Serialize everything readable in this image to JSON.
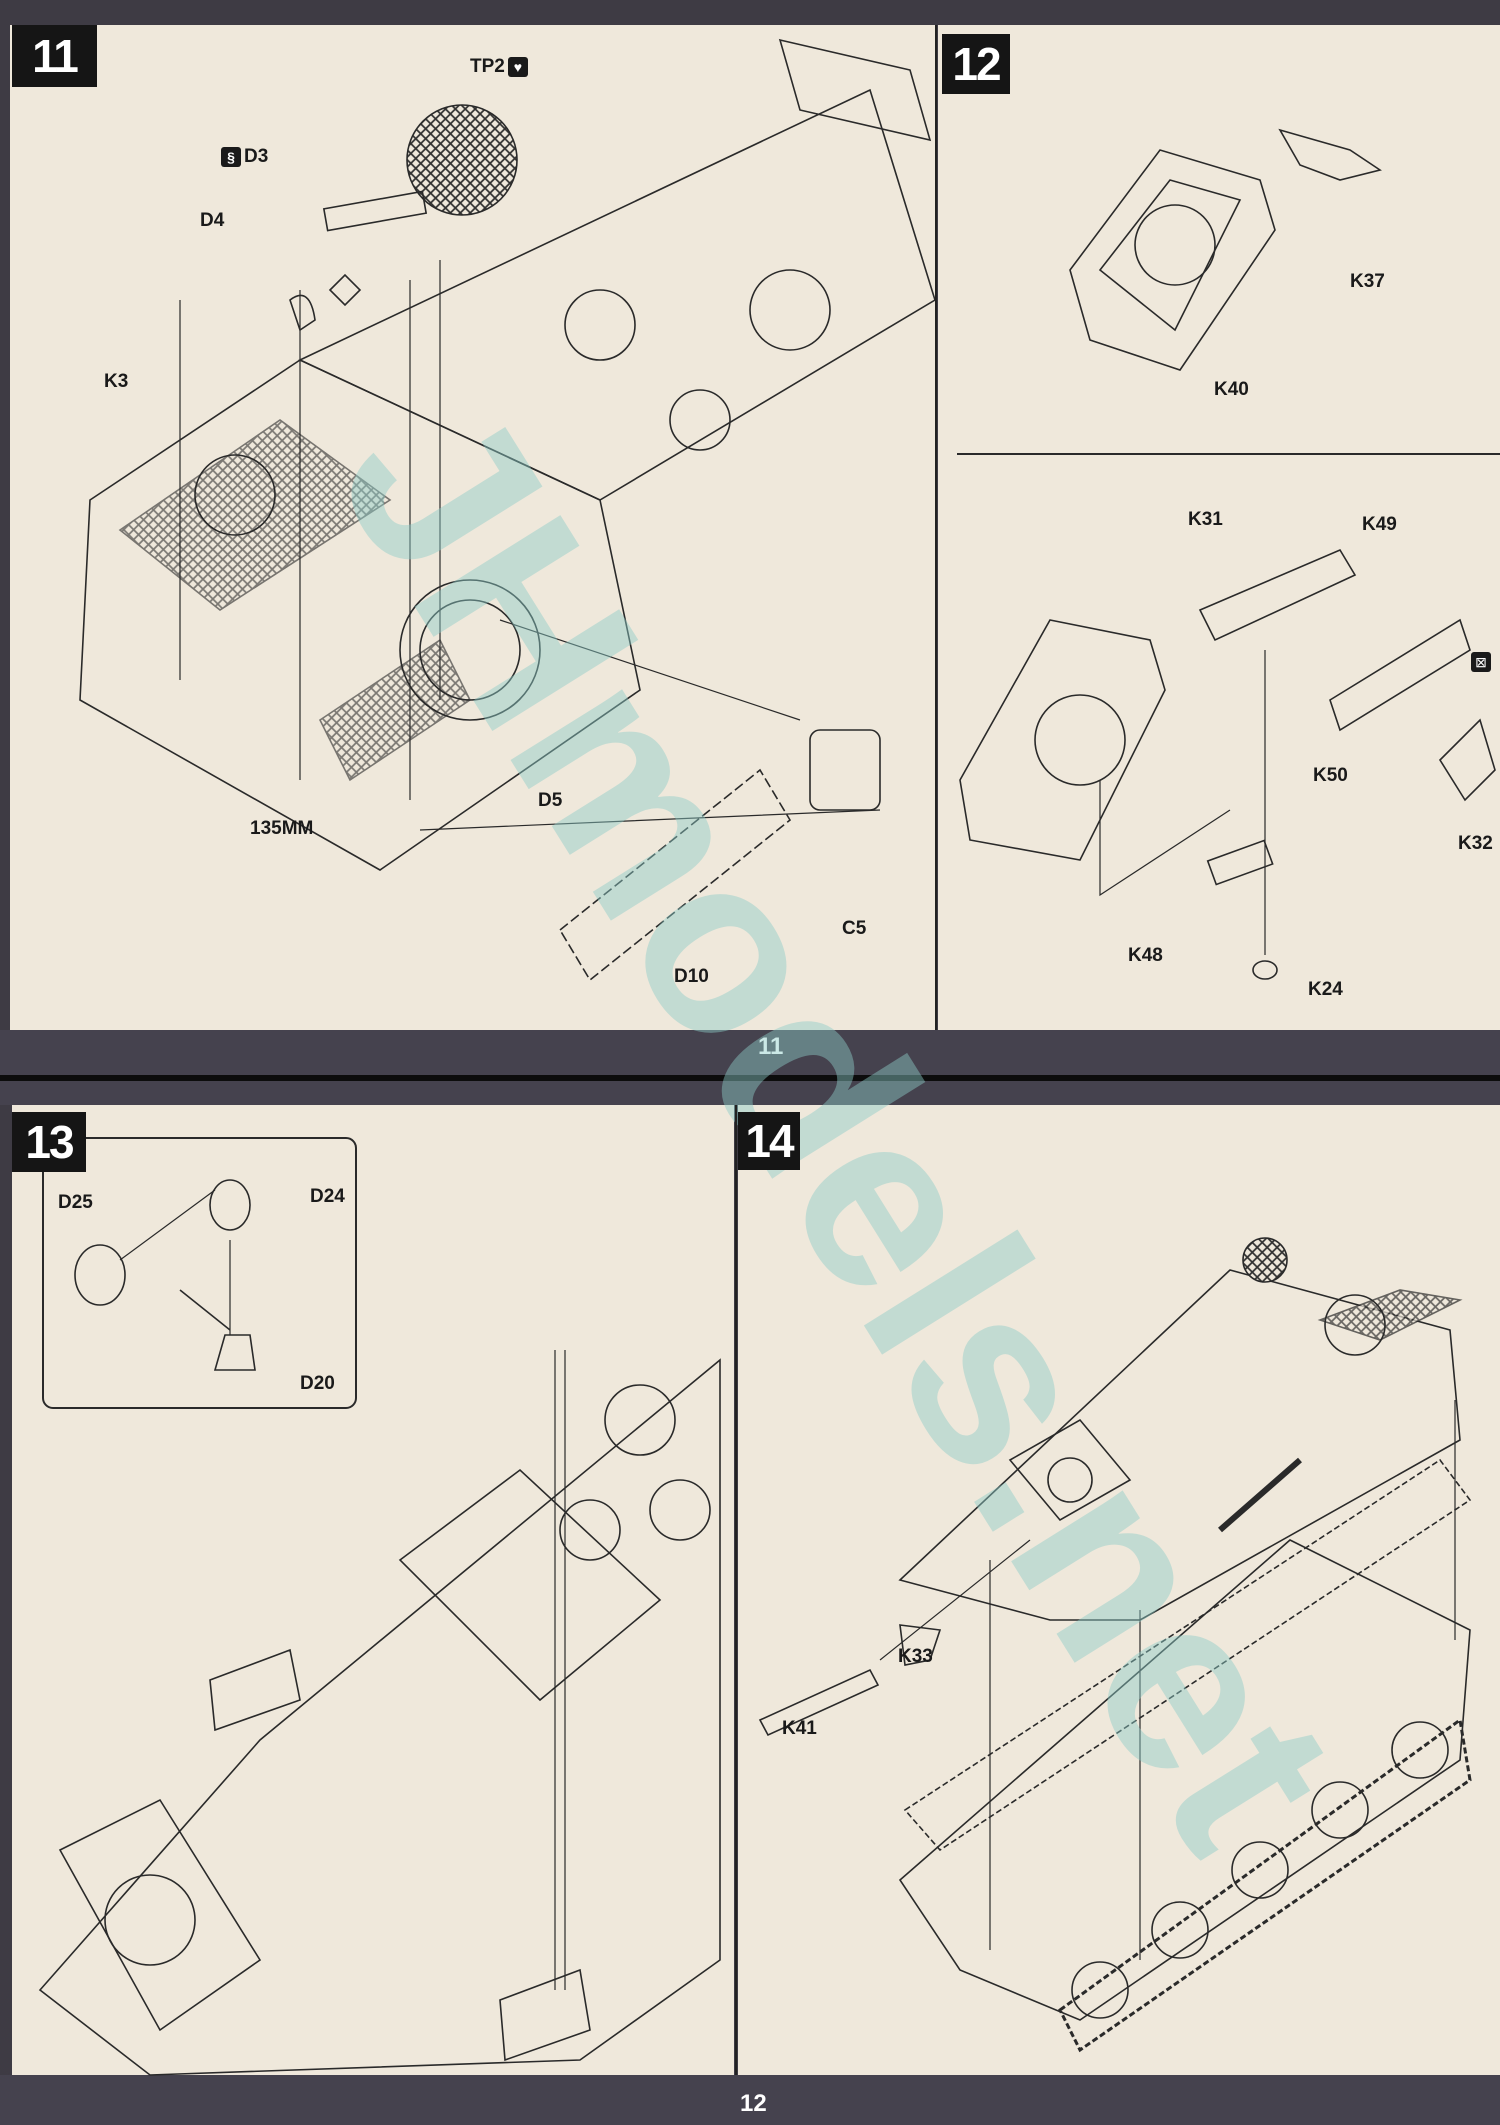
{
  "top_page": {
    "page_number": "11",
    "step11": {
      "number": "11",
      "labels": {
        "tp2": "TP2",
        "d3": "D3",
        "d4": "D4",
        "k3": "K3",
        "mm135": "135MM",
        "d5": "D5",
        "d10": "D10",
        "c5": "C5"
      }
    },
    "step12": {
      "number": "12",
      "labels": {
        "k37": "K37",
        "k40": "K40",
        "k31": "K31",
        "k49": "K49",
        "k50": "K50",
        "k32": "K32",
        "k48": "K48",
        "k24": "K24"
      }
    }
  },
  "bottom_page": {
    "page_number": "12",
    "step13": {
      "number": "13",
      "labels": {
        "d25": "D25",
        "d24": "D24",
        "d20": "D20"
      }
    },
    "step14": {
      "number": "14",
      "labels": {
        "k33": "K33",
        "k41": "K41"
      }
    }
  },
  "watermark": "JHmodels.net",
  "colors": {
    "paper": "#efe8db",
    "band": "#45424e",
    "step_box": "#151515",
    "watermark": "#8ccdc8"
  }
}
